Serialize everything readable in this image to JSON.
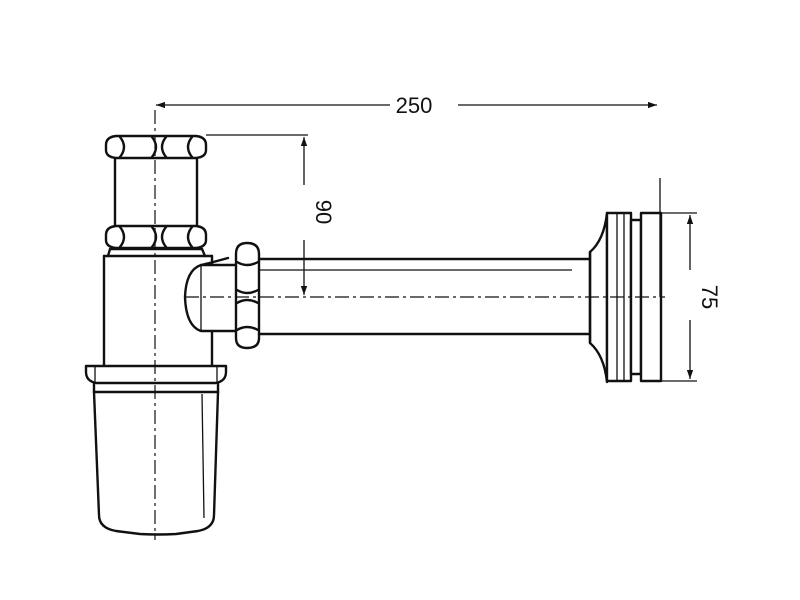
{
  "dimensions": {
    "width": "250",
    "height": "90",
    "diameter": "75"
  }
}
